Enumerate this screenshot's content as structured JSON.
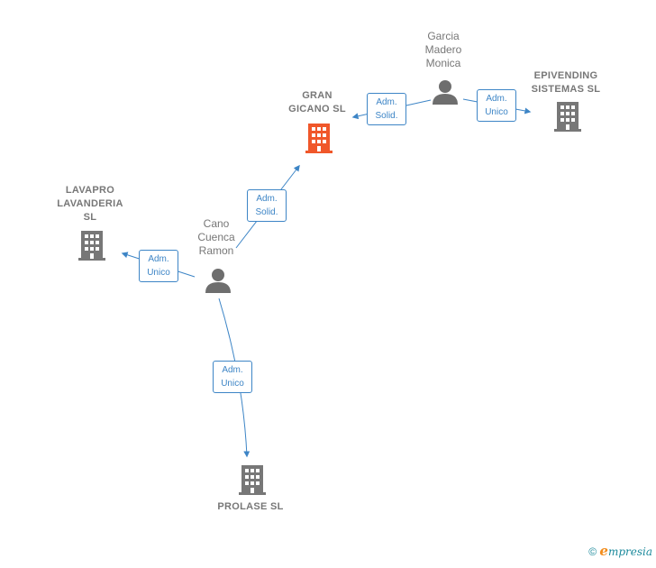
{
  "colors": {
    "edge": "#3d85c6",
    "company": "#777777",
    "company_focus": "#f0572a",
    "person": "#6e6e6e",
    "text": "#777777"
  },
  "nodes": {
    "gran_gicano": {
      "label_line1": "GRAN",
      "label_line2": "GICANO  SL",
      "type": "company",
      "focus": true,
      "icon": "building-icon"
    },
    "epivending": {
      "label_line1": "EPIVENDING",
      "label_line2": "SISTEMAS  SL",
      "type": "company",
      "icon": "building-icon"
    },
    "lavapro": {
      "label_line1": "LAVAPRO",
      "label_line2": "LAVANDERIA",
      "label_line3": "SL",
      "type": "company",
      "icon": "building-icon"
    },
    "prolase": {
      "label_line1": "PROLASE SL",
      "type": "company",
      "icon": "building-icon"
    },
    "garcia": {
      "label_line1": "Garcia",
      "label_line2": "Madero",
      "label_line3": "Monica",
      "type": "person",
      "icon": "person-icon"
    },
    "cano": {
      "label_line1": "Cano",
      "label_line2": "Cuenca",
      "label_line3": "Ramon",
      "type": "person",
      "icon": "person-icon"
    }
  },
  "edges": {
    "garcia_gran": {
      "line1": "Adm.",
      "line2": "Solid."
    },
    "garcia_epivending": {
      "line1": "Adm.",
      "line2": "Unico"
    },
    "cano_gran": {
      "line1": "Adm.",
      "line2": "Solid."
    },
    "cano_lavapro": {
      "line1": "Adm.",
      "line2": "Unico"
    },
    "cano_prolase": {
      "line1": "Adm.",
      "line2": "Unico"
    }
  },
  "footer": {
    "copyright": "©",
    "brand_initial": "e",
    "brand_rest": "mpresia"
  }
}
